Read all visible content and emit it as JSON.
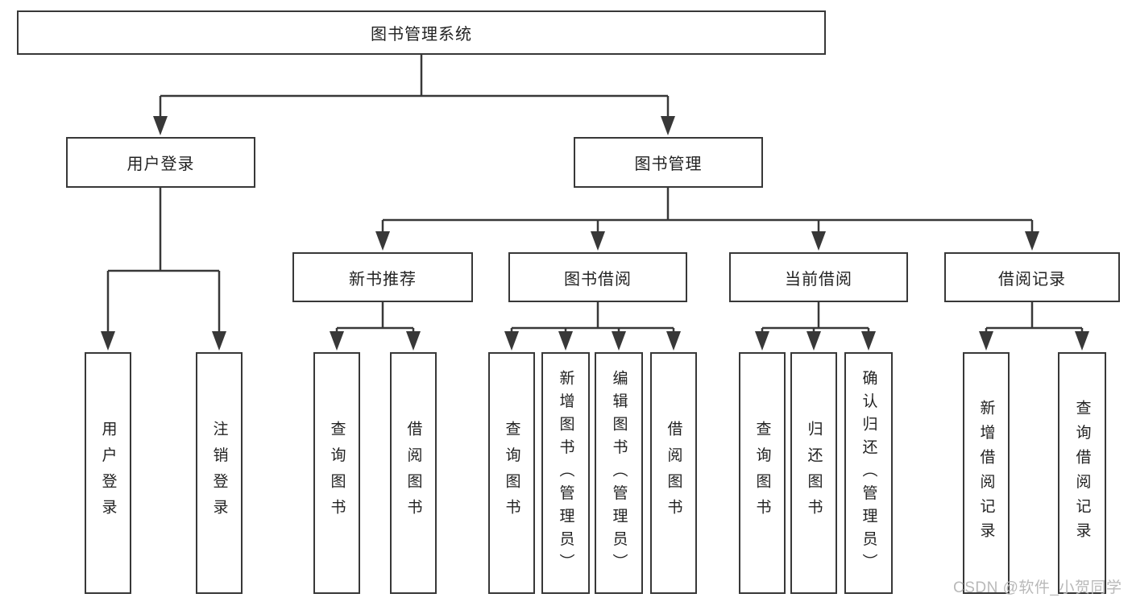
{
  "diagram": {
    "title": "图书管理系统",
    "level2": [
      "用户登录",
      "图书管理"
    ],
    "level3": [
      "新书推荐",
      "图书借阅",
      "当前借阅",
      "借阅记录"
    ],
    "leaves": {
      "user": [
        "用户登录",
        "注销登录"
      ],
      "recommend": [
        "查询图书",
        "借阅图书"
      ],
      "borrow": [
        "查询图书",
        "新增图书（管理员）",
        "编辑图书（管理员）",
        "借阅图书"
      ],
      "current": [
        "查询图书",
        "归还图书",
        "确认归还（管理员）"
      ],
      "records": [
        "新增借阅记录",
        "查询借阅记录"
      ]
    },
    "watermark": "CSDN @软件_小贺同学",
    "colors": {
      "line": "#383838",
      "box_border": "#383838",
      "box_fill": "#ffffff",
      "text": "#222222",
      "watermark_text": "#b9b9b9",
      "background": "#ffffff"
    }
  }
}
